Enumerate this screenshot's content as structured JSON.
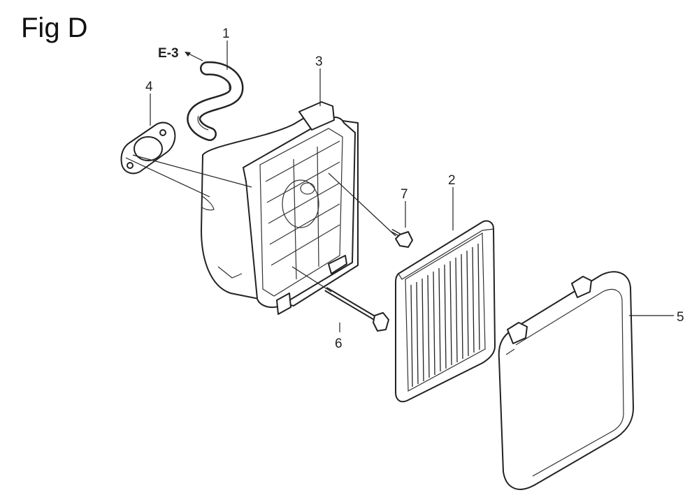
{
  "title": "Fig D",
  "reference": "E-3",
  "callouts": [
    "1",
    "2",
    "3",
    "4",
    "5",
    "6",
    "7"
  ]
}
